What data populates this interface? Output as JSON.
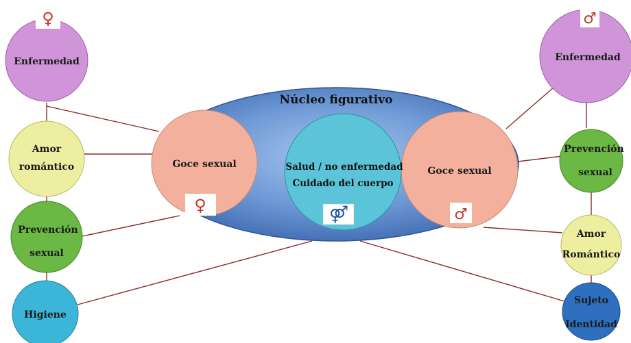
{
  "colors": {
    "core_ellipse": "#4a78c0",
    "core_ellipse_light": "#8fb4e6",
    "center_circle": "#5cc4d8",
    "goce_circle": "#f3b09c",
    "enfermedad_circle": "#cf95d8",
    "amor_circle": "#eeeeA0",
    "prevencion_circle": "#6bb844",
    "higiene_circle": "#3cb6d8",
    "sujeto_circle": "#2e6fbf",
    "line": "#8a2a2a",
    "female_symbol": "#c0392b",
    "male_symbol": "#c0392b",
    "couple_symbol": "#2456a8"
  },
  "core": {
    "title": "Núcleo figurativo",
    "center_line1": "Salud / no enfermedad",
    "center_line2": "Cuidado del cuerpo",
    "couple_symbol": "⚤",
    "couple_icon": "female-male-icon"
  },
  "female": {
    "symbol": "♀",
    "icon": "female-icon",
    "goce": "Goce sexual",
    "enfermedad": "Enfermedad",
    "amor_line1": "Amor",
    "amor_line2": "romántico",
    "prevencion_line1": "Prevención",
    "prevencion_line2": "sexual",
    "higiene": "Higiene"
  },
  "male": {
    "symbol": "♂",
    "icon": "male-icon",
    "goce": "Goce sexual",
    "enfermedad": "Enfermedad",
    "prevencion_line1": "Prevención",
    "prevencion_line2": "sexual",
    "amor_line1": "Amor",
    "amor_line2": "Romántico",
    "sujeto_line1": "Sujeto",
    "sujeto_line2": "Identidad"
  }
}
